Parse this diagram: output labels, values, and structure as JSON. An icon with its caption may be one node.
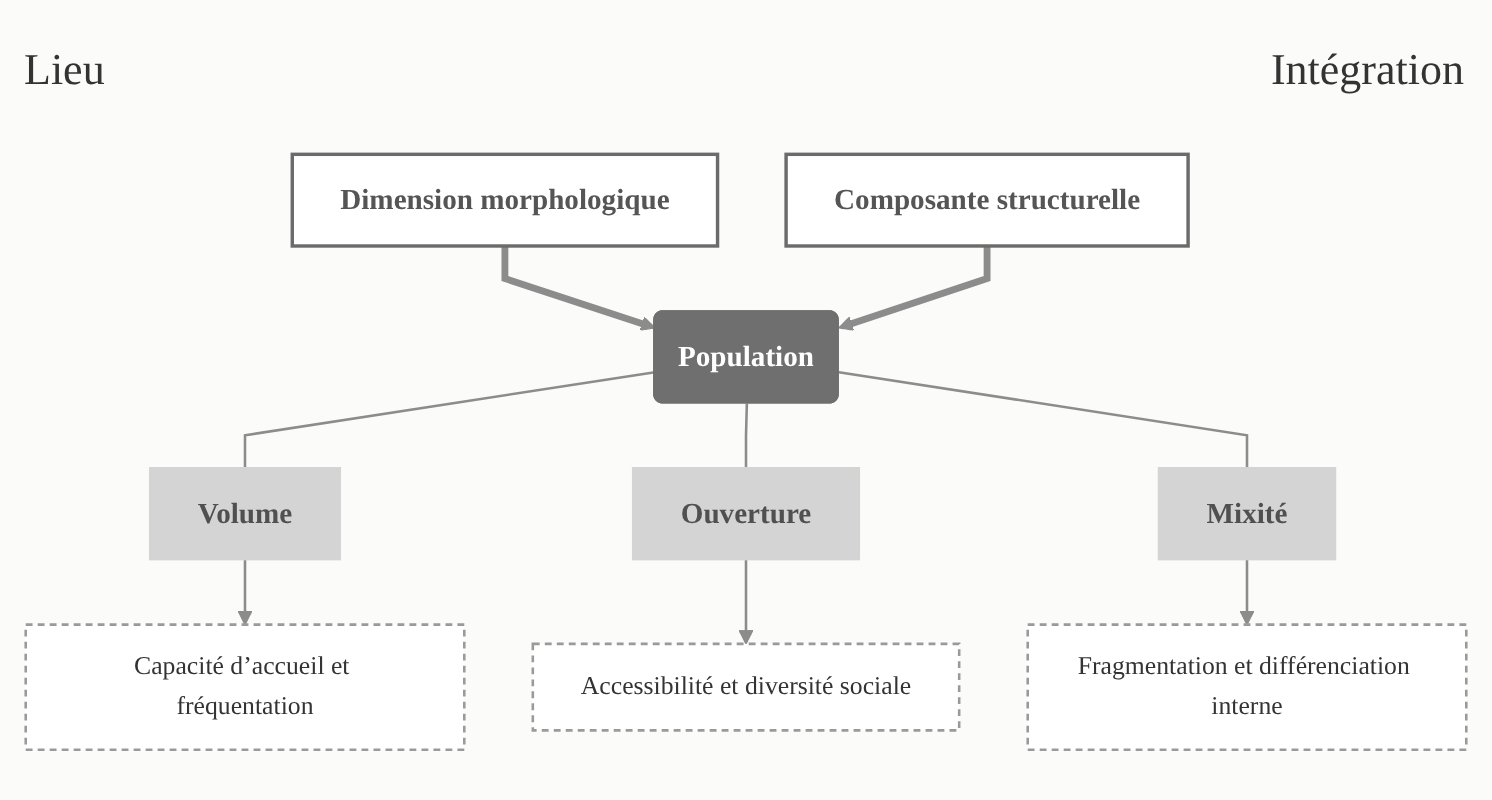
{
  "diagram": {
    "nodes": [
      {
        "text": [
          "Dimension morphologique"
        ]
      },
      {
        "text": [
          "Composante structurelle"
        ]
      },
      {
        "text": [
          "Population"
        ]
      },
      {
        "text": [
          "Volume"
        ]
      },
      {
        "text": [
          "Ouverture"
        ]
      },
      {
        "text": [
          "Mixité"
        ]
      },
      {
        "text": [
          "Capacité d’accueil et fréquentation"
        ]
      },
      {
        "text": [
          "Accessibilité et diversité sociale"
        ]
      },
      {
        "text": [
          "Fragmentation et différenciation interne"
        ]
      }
    ],
    "edges": [
      {
        "from": 0,
        "to": 2,
        "arrow": "to",
        "style": "thick"
      },
      {
        "from": 1,
        "to": 2,
        "arrow": "to",
        "style": "thick"
      },
      {
        "from": 2,
        "to": 3,
        "arrow": "none"
      },
      {
        "from": 2,
        "to": 4,
        "arrow": "none"
      },
      {
        "from": 2,
        "to": 5,
        "arrow": "none"
      },
      {
        "from": 3,
        "to": 6,
        "arrow": "to"
      },
      {
        "from": 4,
        "to": 7,
        "arrow": "to"
      },
      {
        "from": 5,
        "to": 8,
        "arrow": "to"
      }
    ],
    "labels": [
      "Lieu",
      "Intégration"
    ]
  }
}
